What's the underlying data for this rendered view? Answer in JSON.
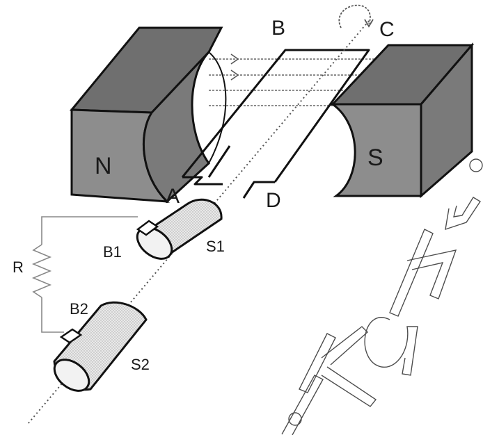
{
  "labels": {
    "north_pole": "N",
    "south_pole": "S",
    "coil_corner_a": "A",
    "coil_corner_b": "B",
    "coil_corner_c": "C",
    "coil_corner_d": "D",
    "brush_1": "B1",
    "brush_2": "B2",
    "slip_ring_1": "S1",
    "slip_ring_2": "S2",
    "resistor": "R"
  },
  "watermark_text": "ikalv",
  "colors": {
    "magnet_front": "#8d8d8d",
    "magnet_top": "#6f6f6f",
    "magnet_side": "#7a7a7a",
    "ring_fill": "#e6e6e6",
    "line": "#1a1a1a",
    "field_line": "#666666"
  }
}
